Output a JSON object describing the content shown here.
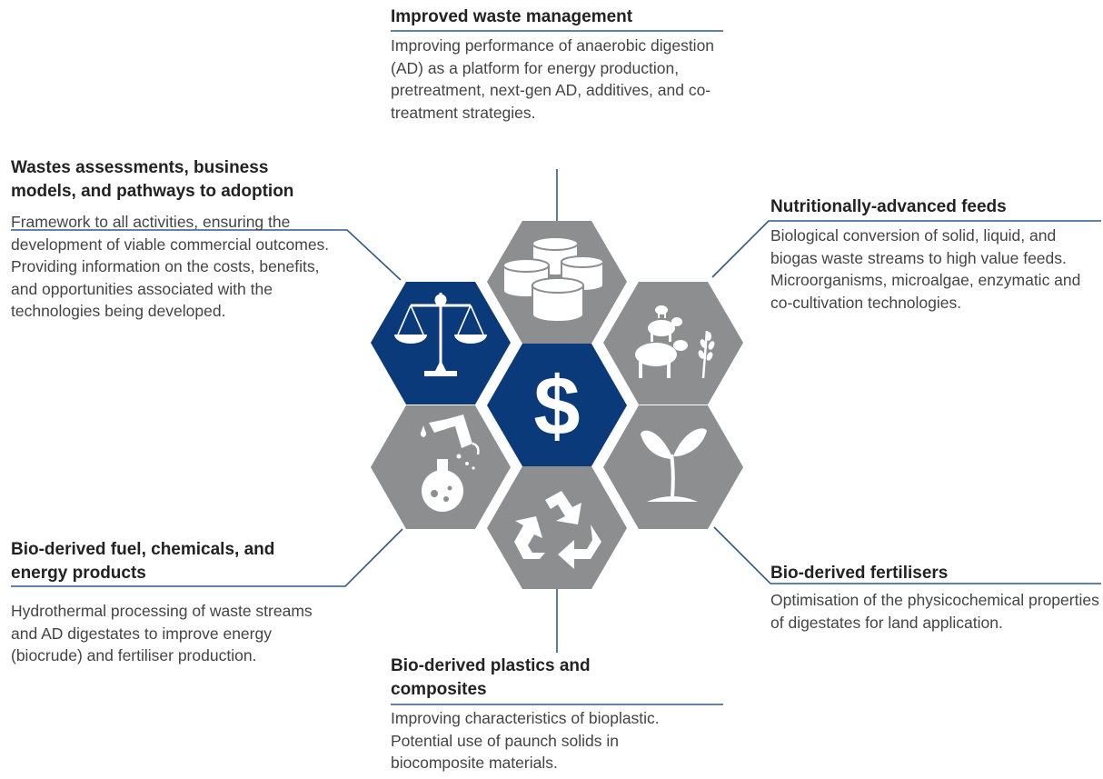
{
  "colors": {
    "navy": "#0a3a7a",
    "grey": "#8d8e90",
    "line": "#2f5b86",
    "icon": "#ffffff"
  },
  "hexagons": [
    {
      "name": "hex-tanks",
      "color": "grey",
      "icon": "storage-tanks-icon"
    },
    {
      "name": "hex-scales",
      "color": "navy",
      "icon": "scales-icon"
    },
    {
      "name": "hex-dollar",
      "color": "navy",
      "icon": "dollar-icon"
    },
    {
      "name": "hex-livestock",
      "color": "grey",
      "icon": "livestock-icon"
    },
    {
      "name": "hex-fuel",
      "color": "grey",
      "icon": "fuel-chemistry-icon"
    },
    {
      "name": "hex-sprout",
      "color": "grey",
      "icon": "sprout-icon"
    },
    {
      "name": "hex-recycle",
      "color": "grey",
      "icon": "recycle-icon"
    }
  ],
  "dollar_symbol": "$",
  "sections": {
    "waste_management": {
      "title": "Improved waste management",
      "body": "Improving performance of anaerobic digestion (AD) as a platform for energy production, pretreatment, next-gen AD, additives, and co-treatment strategies."
    },
    "assessments": {
      "title": "Wastes assessments, business models, and pathways to adoption",
      "body": "Framework to all activities, ensuring the development of viable commercial outcomes. Providing information on the costs, benefits, and opportunities associated with the technologies being developed."
    },
    "feeds": {
      "title": "Nutritionally-advanced feeds",
      "body": "Biological conversion of solid, liquid, and biogas waste streams to high value feeds. Microorganisms, microalgae, enzymatic and co-cultivation technologies."
    },
    "fuel": {
      "title": "Bio-derived fuel, chemicals, and energy products",
      "body": "Hydrothermal processing of waste streams and AD digestates to improve energy (biocrude) and fertiliser production."
    },
    "fertilisers": {
      "title": "Bio-derived fertilisers",
      "body": "Optimisation of the physicochemical properties of digestates for land application."
    },
    "plastics": {
      "title": "Bio-derived plastics and composites",
      "body": "Improving characteristics of bioplastic. Potential use of paunch solids  in biocomposite materials."
    }
  }
}
